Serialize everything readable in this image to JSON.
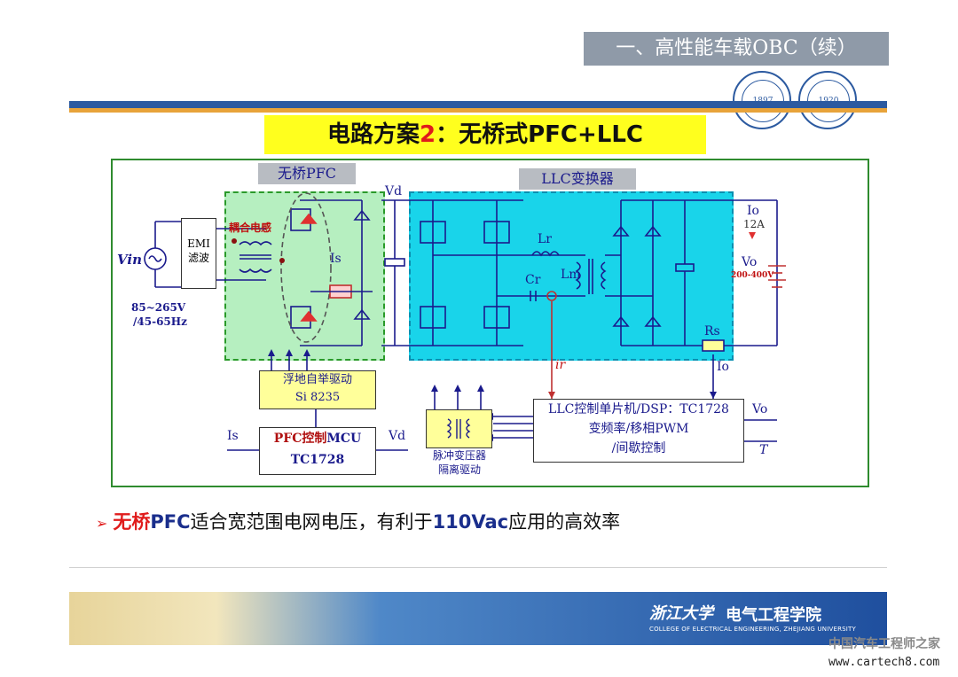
{
  "slide": {
    "title": "一、高性能车载OBC（续）",
    "heading_prefix": "电路方案",
    "heading_number": "2",
    "heading_suffix": "：无桥式PFC+LLC"
  },
  "logos": {
    "left_text": "1897",
    "right_text": "1920"
  },
  "diagram": {
    "pfc_section_label": "无桥PFC",
    "llc_section_label": "LLC变换器",
    "emi": [
      "EMI",
      "滤波"
    ],
    "vin": "Vin",
    "vin_range": [
      "85~265V",
      "/45-65Hz"
    ],
    "coupled_inductor": "耦合电感",
    "is_label": "Is",
    "vd_label": "Vd",
    "lr_label": "Lr",
    "cr_label": "Cr",
    "lm_label": "Lm",
    "io_top": "Io",
    "io_current": "12A",
    "vo_label": "Vo",
    "vo_range": "200-400V",
    "rs_label": "Rs",
    "io_bottom": "Io",
    "ir_label": "ir",
    "driver_box": [
      "浮地自举驱动",
      "Si 8235"
    ],
    "mcu_box_prefix": "PFC控制",
    "mcu_box_suffix": "MCU",
    "mcu_box_chip": "TC1728",
    "mcu_in_left": "Is",
    "mcu_in_right": "Vd",
    "iso_caption": [
      "脉冲变压器",
      "隔离驱动"
    ],
    "dsp_box": [
      "LLC控制单片机/DSP：TC1728",
      "变频率/移相PWM",
      "/间歇控制"
    ],
    "dsp_in_vo": "Vo",
    "dsp_in_t": "T"
  },
  "bullet": {
    "prefix_red": "无桥",
    "pfc": "PFC",
    "mid": "适合宽范围电网电压，有利于",
    "vac": "110Vac",
    "end": "应用的高效率"
  },
  "footer": {
    "school_cn": "浙江大学",
    "college_cn": "电气工程学院",
    "college_en": "COLLEGE OF ELECTRICAL ENGINEERING, ZHEJIANG UNIVERSITY"
  },
  "watermark": {
    "cn": "中国汽车工程师之家",
    "url": "www.cartech8.com"
  },
  "colors": {
    "heading_bg": "#ffff1e",
    "title_bg": "#8f9aa8",
    "pfc_zone": "#b6efc0",
    "llc_zone": "#19d4ea",
    "frame_green": "#2f8b2f"
  }
}
